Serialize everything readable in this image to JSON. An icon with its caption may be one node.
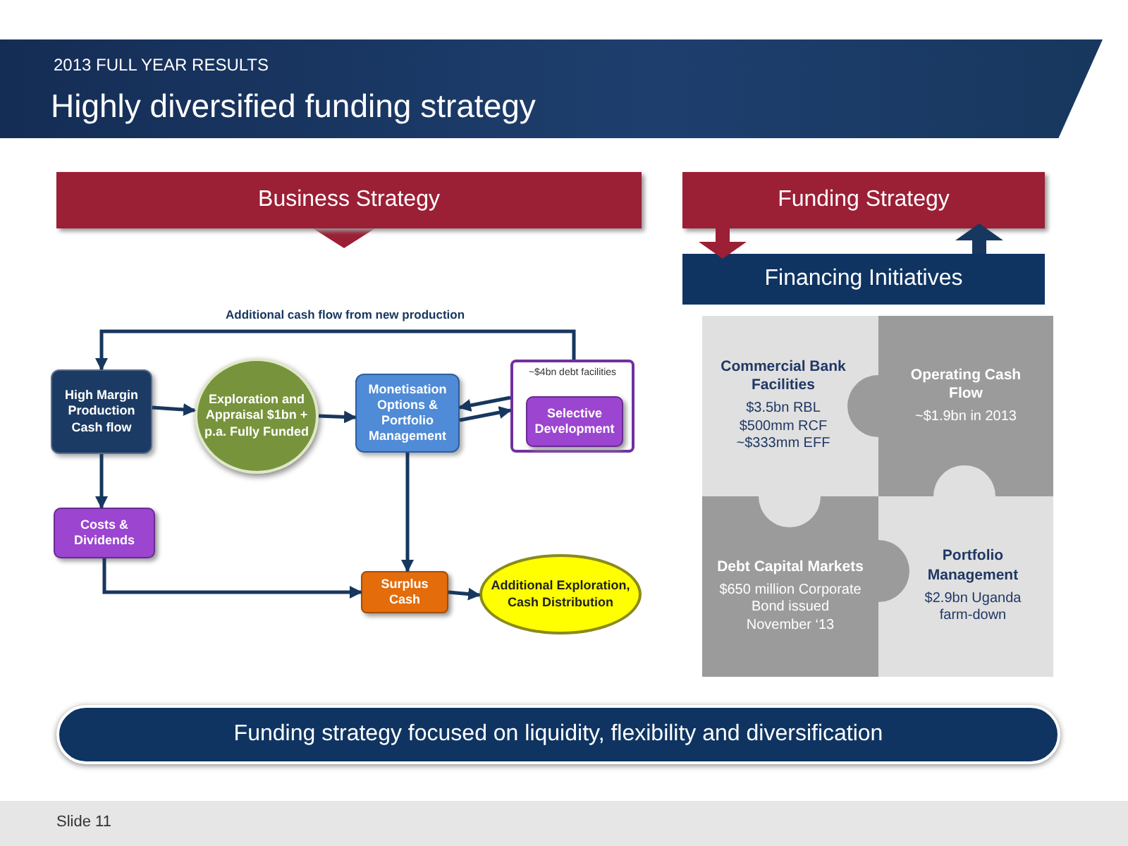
{
  "diagram": {
    "title": "Highly diversified funding strategy",
    "nodes": [
      {
        "text": [
          "Business Strategy"
        ]
      },
      {
        "text": [
          "Funding Strategy"
        ]
      },
      {
        "text": [
          "Financing Initiatives"
        ]
      },
      {
        "text": [
          "High Margin Production Cash flow"
        ]
      },
      {
        "text": [
          "Exploration and Appraisal $1bn + p.a. Fully Funded"
        ]
      },
      {
        "text": [
          "Monetisation Options & Portfolio Management"
        ]
      },
      {
        "text": [
          "~$4bn debt facilities"
        ]
      },
      {
        "text": [
          "Selective Development"
        ],
        "in": 6
      },
      {
        "text": [
          "Costs & Dividends"
        ]
      },
      {
        "text": [
          "Surplus Cash"
        ]
      },
      {
        "text": [
          "Additional Exploration, Cash Distribution"
        ]
      },
      {
        "text": [
          "Commercial Bank Facilities",
          "$3.5bn RBL $500mm RCF ~$333mm EFF"
        ]
      },
      {
        "text": [
          "Operating Cash Flow",
          "~$1.9bn in 2013"
        ]
      },
      {
        "text": [
          "Debt Capital Markets",
          "$650 million Corporate Bond issued November ‘13"
        ]
      },
      {
        "text": [
          "Portfolio Management",
          "$2.9bn Uganda farm-down"
        ]
      },
      {
        "text": [
          "Funding strategy focused on liquidity, flexibility and diversification"
        ]
      }
    ],
    "edges": [
      {
        "from": 1,
        "to": 2,
        "arrow": "to",
        "style": "thick",
        "color": "#9b1f35"
      },
      {
        "from": 2,
        "to": 1,
        "arrow": "to",
        "style": "thick"
      },
      {
        "from": 6,
        "to": 3,
        "arrow": "to",
        "label": "Additional cash flow from new production"
      },
      {
        "from": 3,
        "to": 4,
        "arrow": "to"
      },
      {
        "from": 4,
        "to": 5,
        "arrow": "to"
      },
      {
        "from": 6,
        "to": 5,
        "arrow": "to"
      },
      {
        "from": 5,
        "to": 6,
        "arrow": "to"
      },
      {
        "from": 3,
        "to": 8,
        "arrow": "to"
      },
      {
        "from": 5,
        "to": 9,
        "arrow": "to"
      },
      {
        "from": 8,
        "to": 9,
        "arrow": "to"
      },
      {
        "from": 9,
        "to": 10,
        "arrow": "to"
      }
    ],
    "labels": [
      "2013 FULL YEAR RESULTS",
      "Slide 11"
    ]
  }
}
